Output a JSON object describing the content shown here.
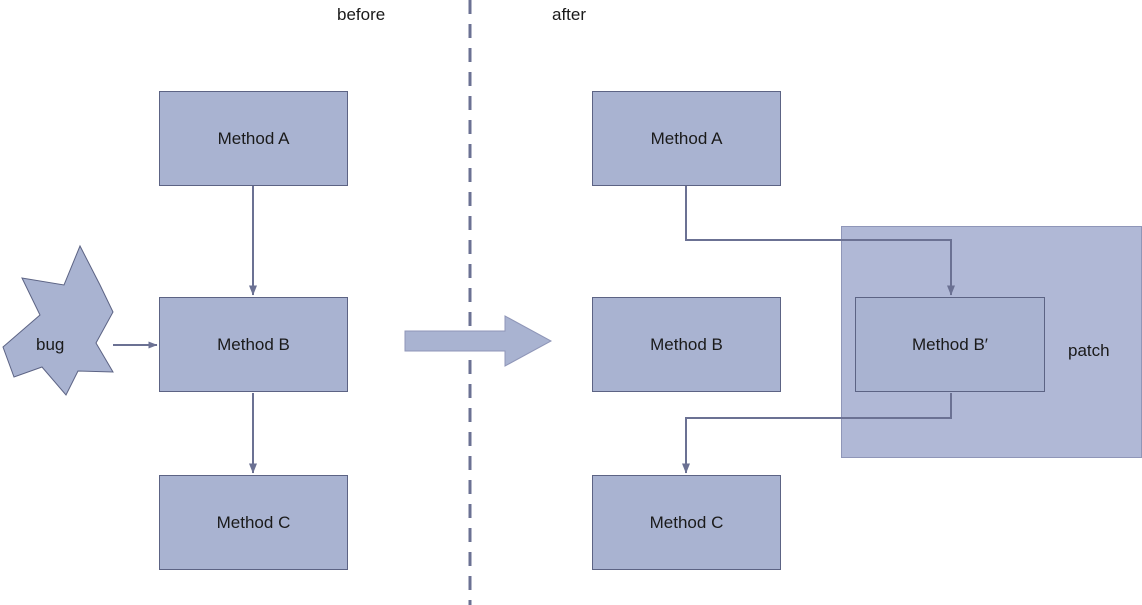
{
  "diagram": {
    "title_before": "before",
    "title_after": "after",
    "divider": "vertical-dashed-separator",
    "transition_arrow": "right-block-arrow",
    "colors": {
      "node_fill": "#a9b3d1",
      "node_border": "#5c6384",
      "patch_fill": "#b0b8d6",
      "patch_border": "#8f96b8",
      "connector": "#6b7193",
      "text": "#1a1a1a",
      "divider": "#6b7193",
      "background": "#ffffff"
    },
    "before": {
      "nodes": [
        {
          "id": "method-a",
          "label": "Method A"
        },
        {
          "id": "method-b",
          "label": "Method B"
        },
        {
          "id": "method-c",
          "label": "Method C"
        }
      ],
      "annotation": {
        "id": "bug-star",
        "label": "bug",
        "shape": "7-point-star"
      },
      "edges": [
        {
          "from": "bug",
          "to": "Method B"
        },
        {
          "from": "Method A",
          "to": "Method B"
        },
        {
          "from": "Method B",
          "to": "Method C"
        }
      ]
    },
    "after": {
      "nodes": [
        {
          "id": "method-a",
          "label": "Method A"
        },
        {
          "id": "method-b",
          "label": "Method B"
        },
        {
          "id": "method-c",
          "label": "Method C"
        },
        {
          "id": "method-b-prime",
          "label": "Method B′"
        }
      ],
      "patch": {
        "id": "patch-region",
        "label": "patch"
      },
      "edges": [
        {
          "from": "Method A",
          "to": "Method B′"
        },
        {
          "from": "Method B′",
          "to": "Method C"
        }
      ]
    }
  }
}
